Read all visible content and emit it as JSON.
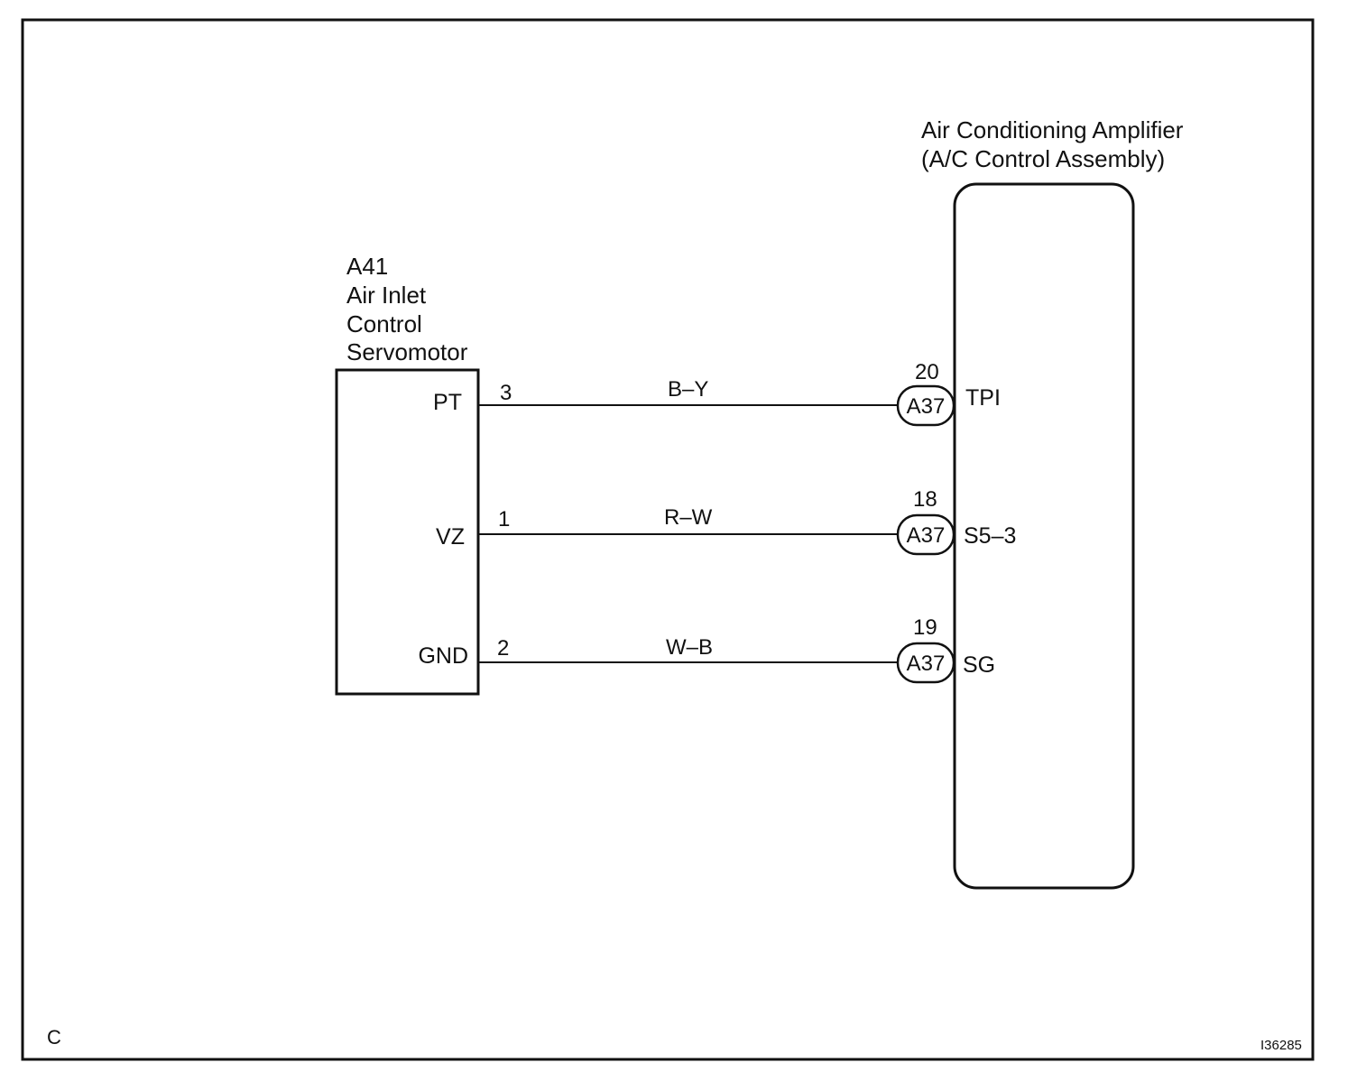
{
  "component_left": {
    "code": "A41",
    "name_lines": [
      "Air Inlet",
      "Control",
      "Servomotor"
    ]
  },
  "component_right": {
    "name_lines": [
      "Air Conditioning Amplifier",
      "(A/C Control Assembly)"
    ]
  },
  "wires": [
    {
      "left_terminal": "PT",
      "left_pin": "3",
      "color": "B–Y",
      "connector": "A37",
      "right_pin": "20",
      "right_terminal": "TPI"
    },
    {
      "left_terminal": "VZ",
      "left_pin": "1",
      "color": "R–W",
      "connector": "A37",
      "right_pin": "18",
      "right_terminal": "S5–3"
    },
    {
      "left_terminal": "GND",
      "left_pin": "2",
      "color": "W–B",
      "connector": "A37",
      "right_pin": "19",
      "right_terminal": "SG"
    }
  ],
  "footer": {
    "corner_letter": "C",
    "figure_id": "I36285"
  }
}
